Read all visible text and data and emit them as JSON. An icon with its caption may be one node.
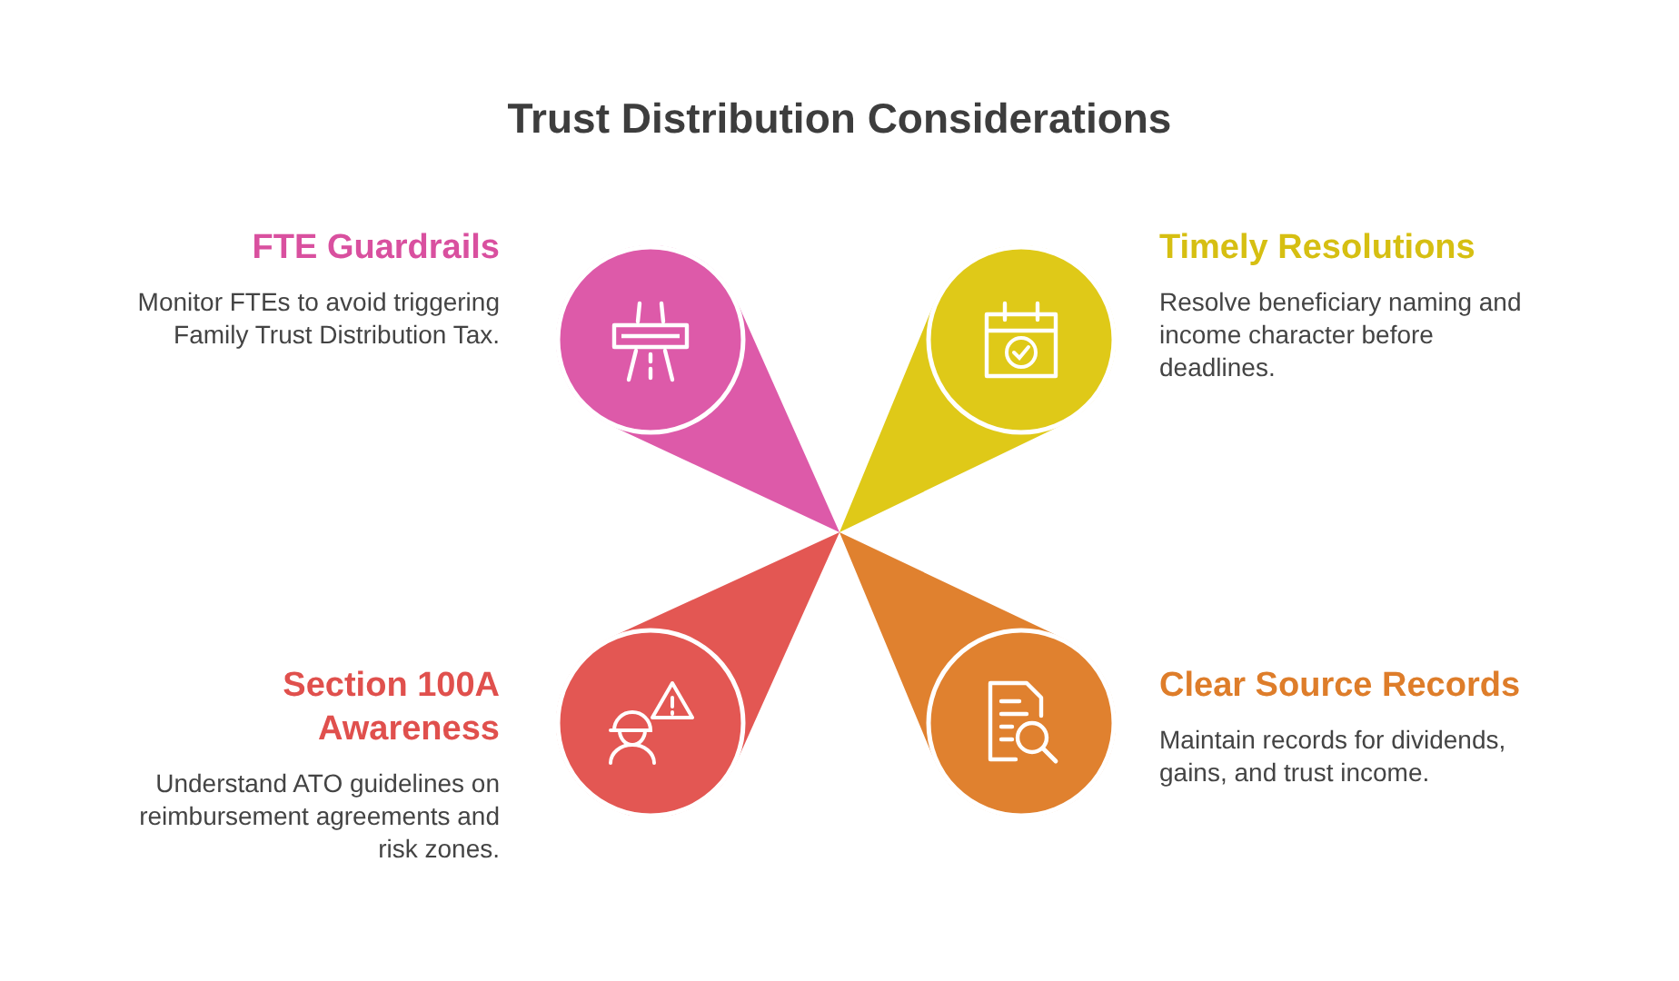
{
  "diagram": {
    "title": "Trust Distribution Considerations",
    "nodes": [
      {
        "text": [
          "FTE Guardrails",
          "Monitor FTEs to avoid triggering Family Trust Distribution Tax."
        ]
      },
      {
        "text": [
          "Timely Resolutions",
          "Resolve beneficiary naming and income character before deadlines."
        ]
      },
      {
        "text": [
          "Section 100A Awareness",
          "Understand ATO guidelines on reimbursement agreements and risk zones."
        ]
      },
      {
        "text": [
          "Clear Source Records",
          "Maintain records for dividends, gains, and trust income."
        ]
      }
    ],
    "edges": []
  }
}
